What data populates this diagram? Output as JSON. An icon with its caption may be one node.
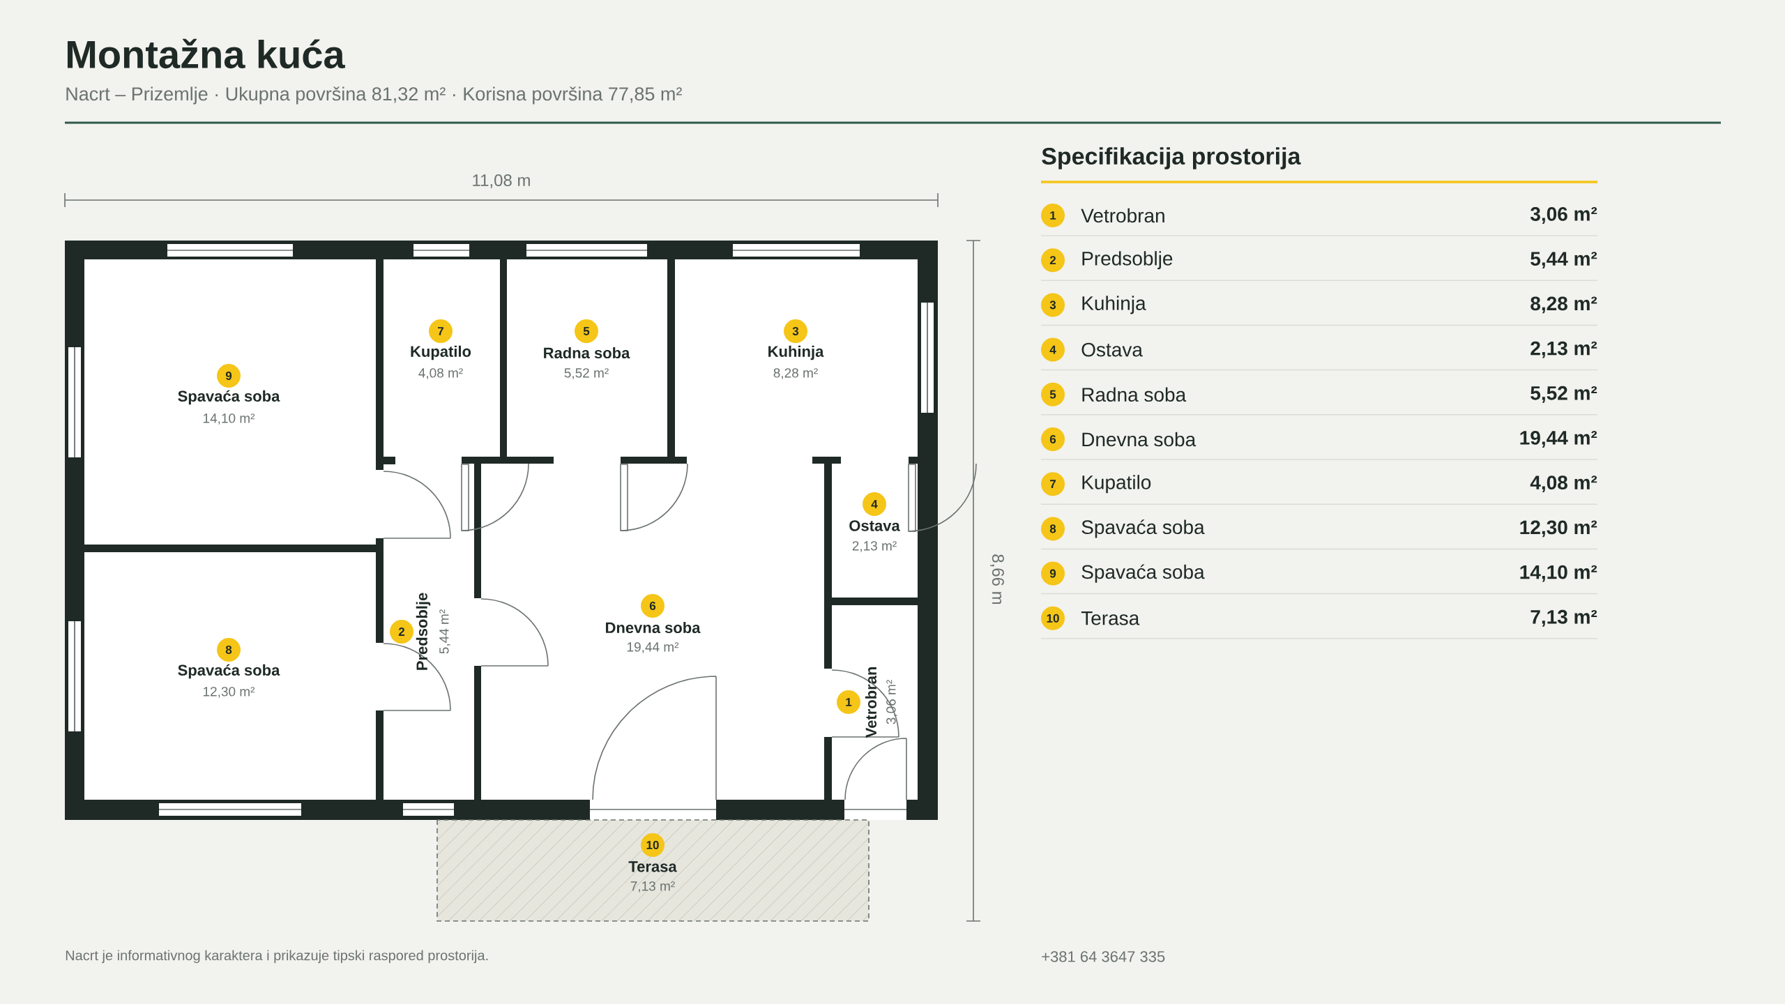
{
  "diagram": {
    "title": "Montažna kuća",
    "nodes": [
      {
        "text": [
          "9",
          "Spavaća soba",
          "14,10 m²"
        ]
      },
      {
        "text": [
          "7",
          "Kupatilo",
          "4,08 m²"
        ]
      },
      {
        "text": [
          "5",
          "Radna soba",
          "5,52 m²"
        ]
      },
      {
        "text": [
          "3",
          "Kuhinja",
          "8,28 m²"
        ]
      },
      {
        "text": [
          "4",
          "Ostava",
          "2,13 m²"
        ]
      },
      {
        "text": [
          "2",
          "Predsoblje",
          "5,44 m²"
        ]
      },
      {
        "text": [
          "6",
          "Dnevna soba",
          "19,44 m²"
        ]
      },
      {
        "text": [
          "8",
          "Spavaća soba",
          "12,30 m²"
        ]
      },
      {
        "text": [
          "1",
          "Vetrobran",
          "3,06 m²"
        ]
      },
      {
        "text": [
          "10",
          "Terasa",
          "7,13 m²"
        ]
      },
      {
        "text": [
          "1"
        ],
        "beside": [
          "Vetrobran"
        ]
      },
      {
        "text": [
          "2"
        ],
        "beside": [
          "Predsoblje"
        ]
      },
      {
        "text": [
          "3"
        ],
        "beside": [
          "Kuhinja"
        ]
      },
      {
        "text": [
          "4"
        ],
        "beside": [
          "Ostava"
        ]
      },
      {
        "text": [
          "5"
        ],
        "beside": [
          "Radna soba"
        ]
      },
      {
        "text": [
          "6"
        ],
        "beside": [
          "Dnevna soba"
        ]
      },
      {
        "text": [
          "7"
        ],
        "beside": [
          "Kupatilo"
        ]
      },
      {
        "text": [
          "8"
        ],
        "beside": [
          "Spavaća soba"
        ]
      },
      {
        "text": [
          "9"
        ],
        "beside": [
          "Spavaća soba"
        ]
      },
      {
        "text": [
          "10"
        ],
        "beside": [
          "Terasa"
        ]
      }
    ],
    "labels": [
      "Nacrt – Prizemlje · Ukupna površina 81,32 m² · Korisna površina 77,85 m²",
      "11,08 m",
      "8,66 m",
      "Specifikacija prostorija",
      "3,06 m²",
      "5,44 m²",
      "8,28 m²",
      "2,13 m²",
      "5,52 m²",
      "19,44 m²",
      "4,08 m²",
      "12,30 m²",
      "14,10 m²",
      "7,13 m²",
      "Nacrt je informativnog karaktera i prikazuje tipski raspored prostorija.",
      "+381 64 3647 335"
    ]
  }
}
